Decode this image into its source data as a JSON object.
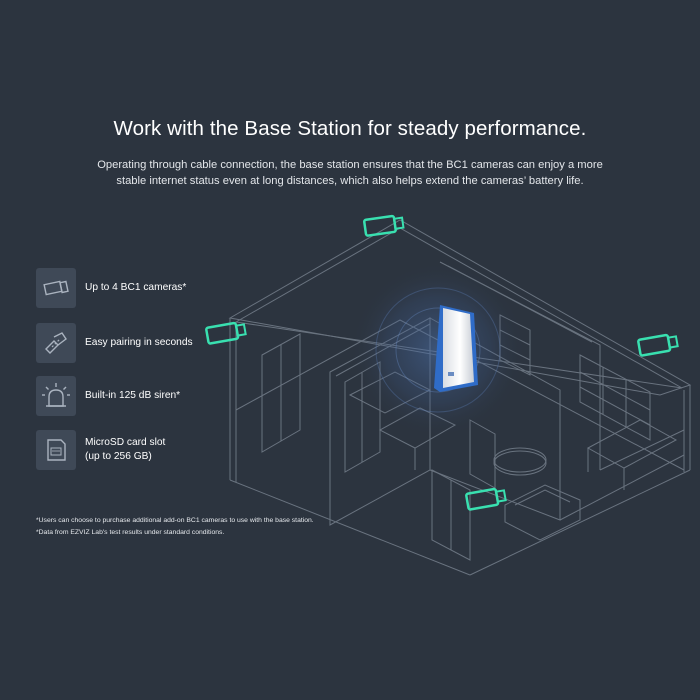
{
  "headline": "Work with the Base Station for steady performance.",
  "subtitle": "Operating through cable connection, the base station ensures that the BC1 cameras can enjoy a more stable internet status even at long distances, which also helps extend the cameras’ battery life.",
  "features": [
    {
      "icon": "camera-icon",
      "line1": "Up to 4 BC1 cameras*",
      "line2": ""
    },
    {
      "icon": "pairing-icon",
      "line1": "Easy pairing in seconds",
      "line2": ""
    },
    {
      "icon": "siren-icon",
      "line1": "Built-in 125 dB siren*",
      "line2": ""
    },
    {
      "icon": "sd-card-icon",
      "line1": "MicroSD card slot",
      "line2": "(up to 256 GB)"
    }
  ],
  "notes": [
    "*Users can choose to purchase additional add-on BC1 cameras to use with the base station.",
    "*Data from EZVIZ Lab's test results under standard conditions."
  ],
  "colors": {
    "background": "#2c343f",
    "tile": "#3f4957",
    "camera_glow": "#39e0b0",
    "station_ring": "#2f6cc8"
  }
}
